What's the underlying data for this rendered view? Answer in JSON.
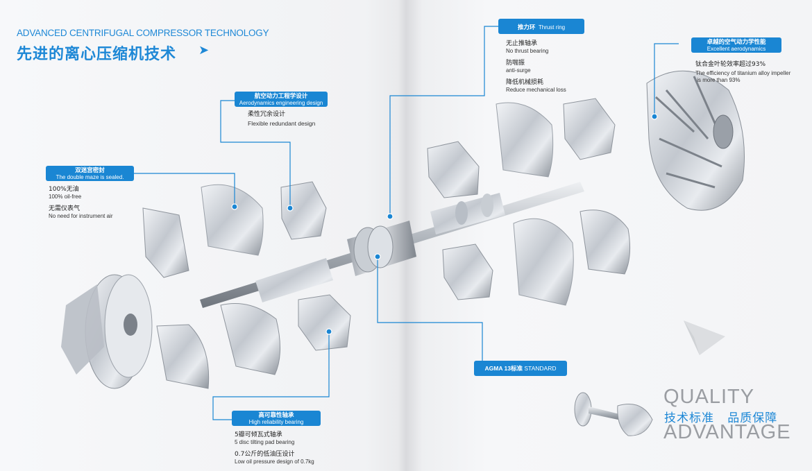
{
  "header": {
    "title_en": "ADVANCED CENTRIFUGAL COMPRESSOR TECHNOLOGY",
    "title_cn": "先进的离心压缩机技术",
    "arrow": "➤"
  },
  "callouts": {
    "thrust_ring": {
      "cn": "推力环",
      "en": "Thrust ring",
      "lines": [
        {
          "cn": "无止推轴承",
          "en": "No thrust bearing"
        },
        {
          "cn": "防喘振",
          "en": "anti-surge"
        },
        {
          "cn": "降低机械损耗",
          "en": "Reduce mechanical loss"
        }
      ]
    },
    "aerodynamics": {
      "cn": "卓越的空气动力学性能",
      "en": "Excellent aerodynamics",
      "text_cn": "钛合金叶轮效率超过93%",
      "text_en_1": "The efficiency of titanium alloy impeller",
      "text_en_2": " is more than 93%"
    },
    "aero_design": {
      "cn": "航空动力工程学设计",
      "en": "Aerodynamics engineering design",
      "text_cn": "柔性冗余设计",
      "text_en": "Flexible redundant design"
    },
    "double_maze": {
      "cn": "双迷宫密封",
      "en": "The double maze is sealed.",
      "lines": [
        {
          "cn": "100%无油",
          "en": "100% oil-free"
        },
        {
          "cn": "无需仪表气",
          "en": "No need for instrument air"
        }
      ]
    },
    "agma": {
      "bold": "AGMA 13标准",
      "rest": " STANDARD"
    },
    "bearing": {
      "cn": "高可靠性轴承",
      "en": "High reliability bearing",
      "lines": [
        {
          "cn": "5瓣可倾瓦式轴承",
          "en": "5 disc tilting pad bearing"
        },
        {
          "cn": "0.7公斤的低油压设计",
          "en": "Low oil pressure design of 0.7kg"
        }
      ]
    }
  },
  "quality": {
    "line1": "QUALITY",
    "line2": "技术标准   品质保障",
    "line3": "ADVANTAGE"
  },
  "colors": {
    "accent": "#1a86d3",
    "grey_text": "#9a9da2"
  },
  "icons": {
    "arrow": "chevron-right-icon",
    "plane": "paper-plane-icon"
  }
}
